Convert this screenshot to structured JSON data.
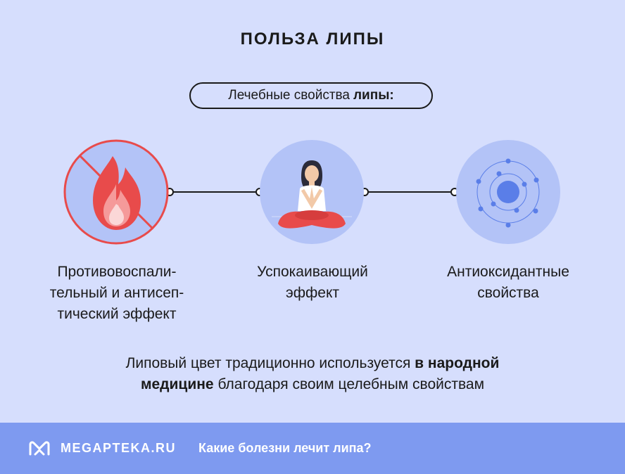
{
  "title": "ПОЛЬЗА ЛИПЫ",
  "pill": {
    "text": "Лечебные свойства",
    "bold": "липы:"
  },
  "features": [
    {
      "lines": [
        "Противовоспали-",
        "тельный и антисеп-",
        "тический эффект"
      ],
      "icon": "no-fire-icon"
    },
    {
      "lines": [
        "Успокаивающий",
        "эффект"
      ],
      "icon": "meditation-icon"
    },
    {
      "lines": [
        "Антиоксидантные",
        "свойства"
      ],
      "icon": "atom-icon"
    }
  ],
  "bottom": {
    "part1": "Липовый цвет традиционно используется ",
    "bold1": "в народной",
    "bold2": "медицине",
    "part2": " благодаря своим целебным свойствам"
  },
  "footer": {
    "brand": "MEGAPTEKA.RU",
    "link": "Какие болезни лечит липа?"
  },
  "colors": {
    "background": "#d6defd",
    "circle": "#b3c3f7",
    "accent_red": "#e84b4b",
    "footer": "#7e9af0",
    "atom_blue": "#5a7ee8"
  }
}
